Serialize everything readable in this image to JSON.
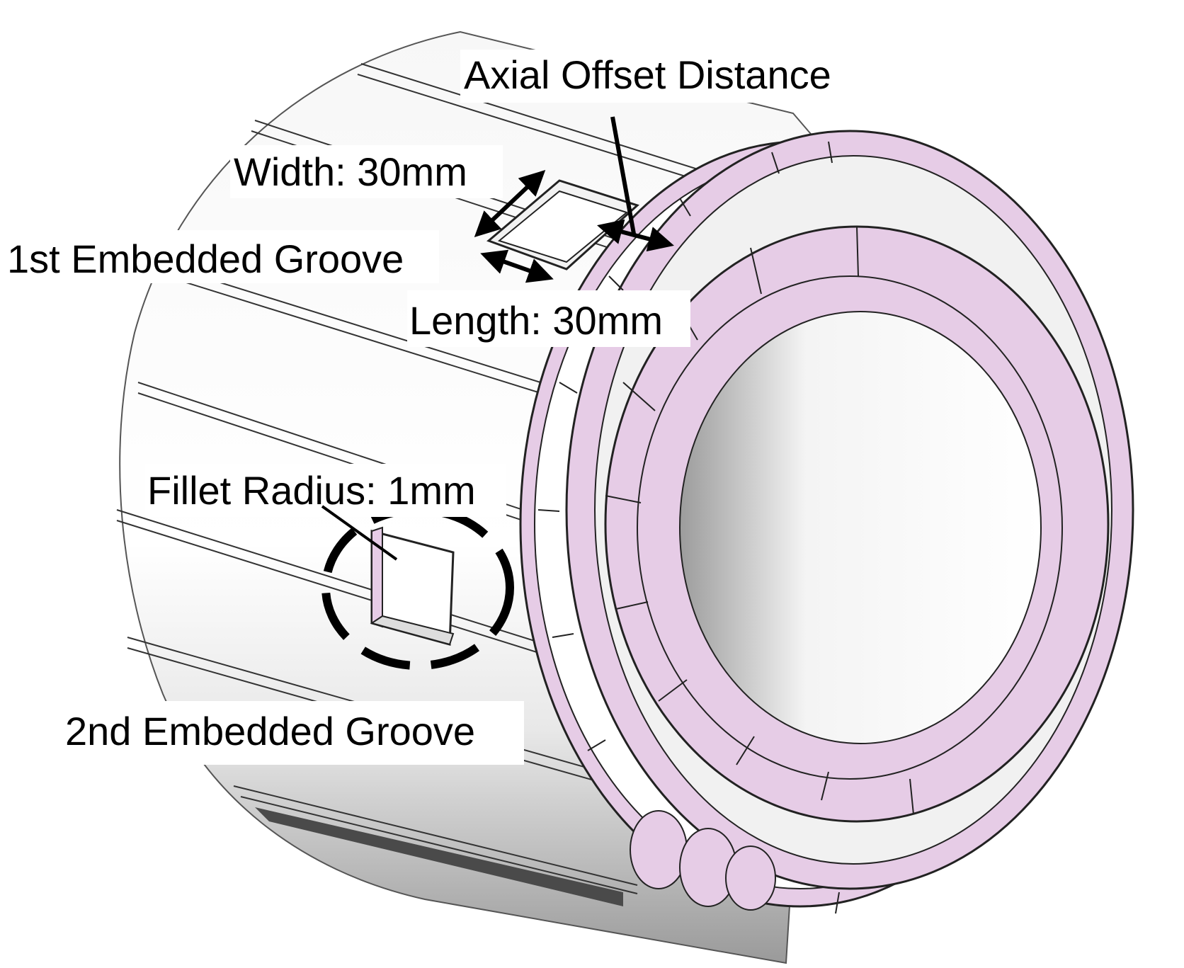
{
  "labels": {
    "axial_offset": "Axial Offset Distance",
    "width": "Width: 30mm",
    "groove_1": "1st Embedded Groove",
    "length": "Length: 30mm",
    "fillet": "Fillet Radius: 1mm",
    "groove_2": "2nd Embedded Groove"
  },
  "colors": {
    "ring_face": "#e6cce6",
    "body": "#ececec",
    "bore": "#ffffff",
    "line": "#222222",
    "text": "#000000"
  }
}
